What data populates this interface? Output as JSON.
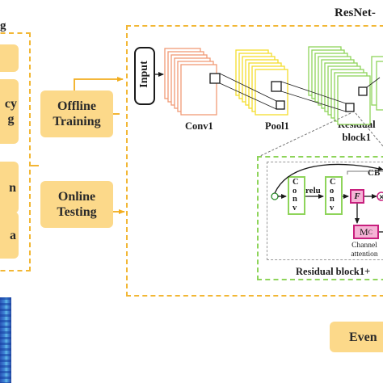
{
  "left_panel": {
    "title_fragment": "g",
    "box_labels": [
      "",
      "cy\ng",
      "n",
      "a"
    ]
  },
  "stages": {
    "offline": "Offline\nTraining",
    "online": "Online\nTesting"
  },
  "resnet": {
    "title": "ResNet-",
    "input_label": "Input",
    "layer_labels": [
      "Conv1",
      "Pool1",
      "Residual\nblock1"
    ]
  },
  "detail": {
    "cbam_label": "CB",
    "conv_text": "Conv",
    "relu_label": "relu",
    "f_label": "F",
    "mc_label": "M",
    "mc_sub": "C",
    "channel_attention": "Channel\nattention",
    "footer": "Residual block1+"
  },
  "event_label": "Even",
  "colors": {
    "box_fill": "#fcd98a",
    "arrow": "#f2ad1e",
    "conv_border": "#f09a75",
    "pool_border": "#f3dd2d",
    "res_border": "#8ed45a",
    "attention_fill": "#f6b3d6",
    "attention_border": "#c8207e"
  }
}
